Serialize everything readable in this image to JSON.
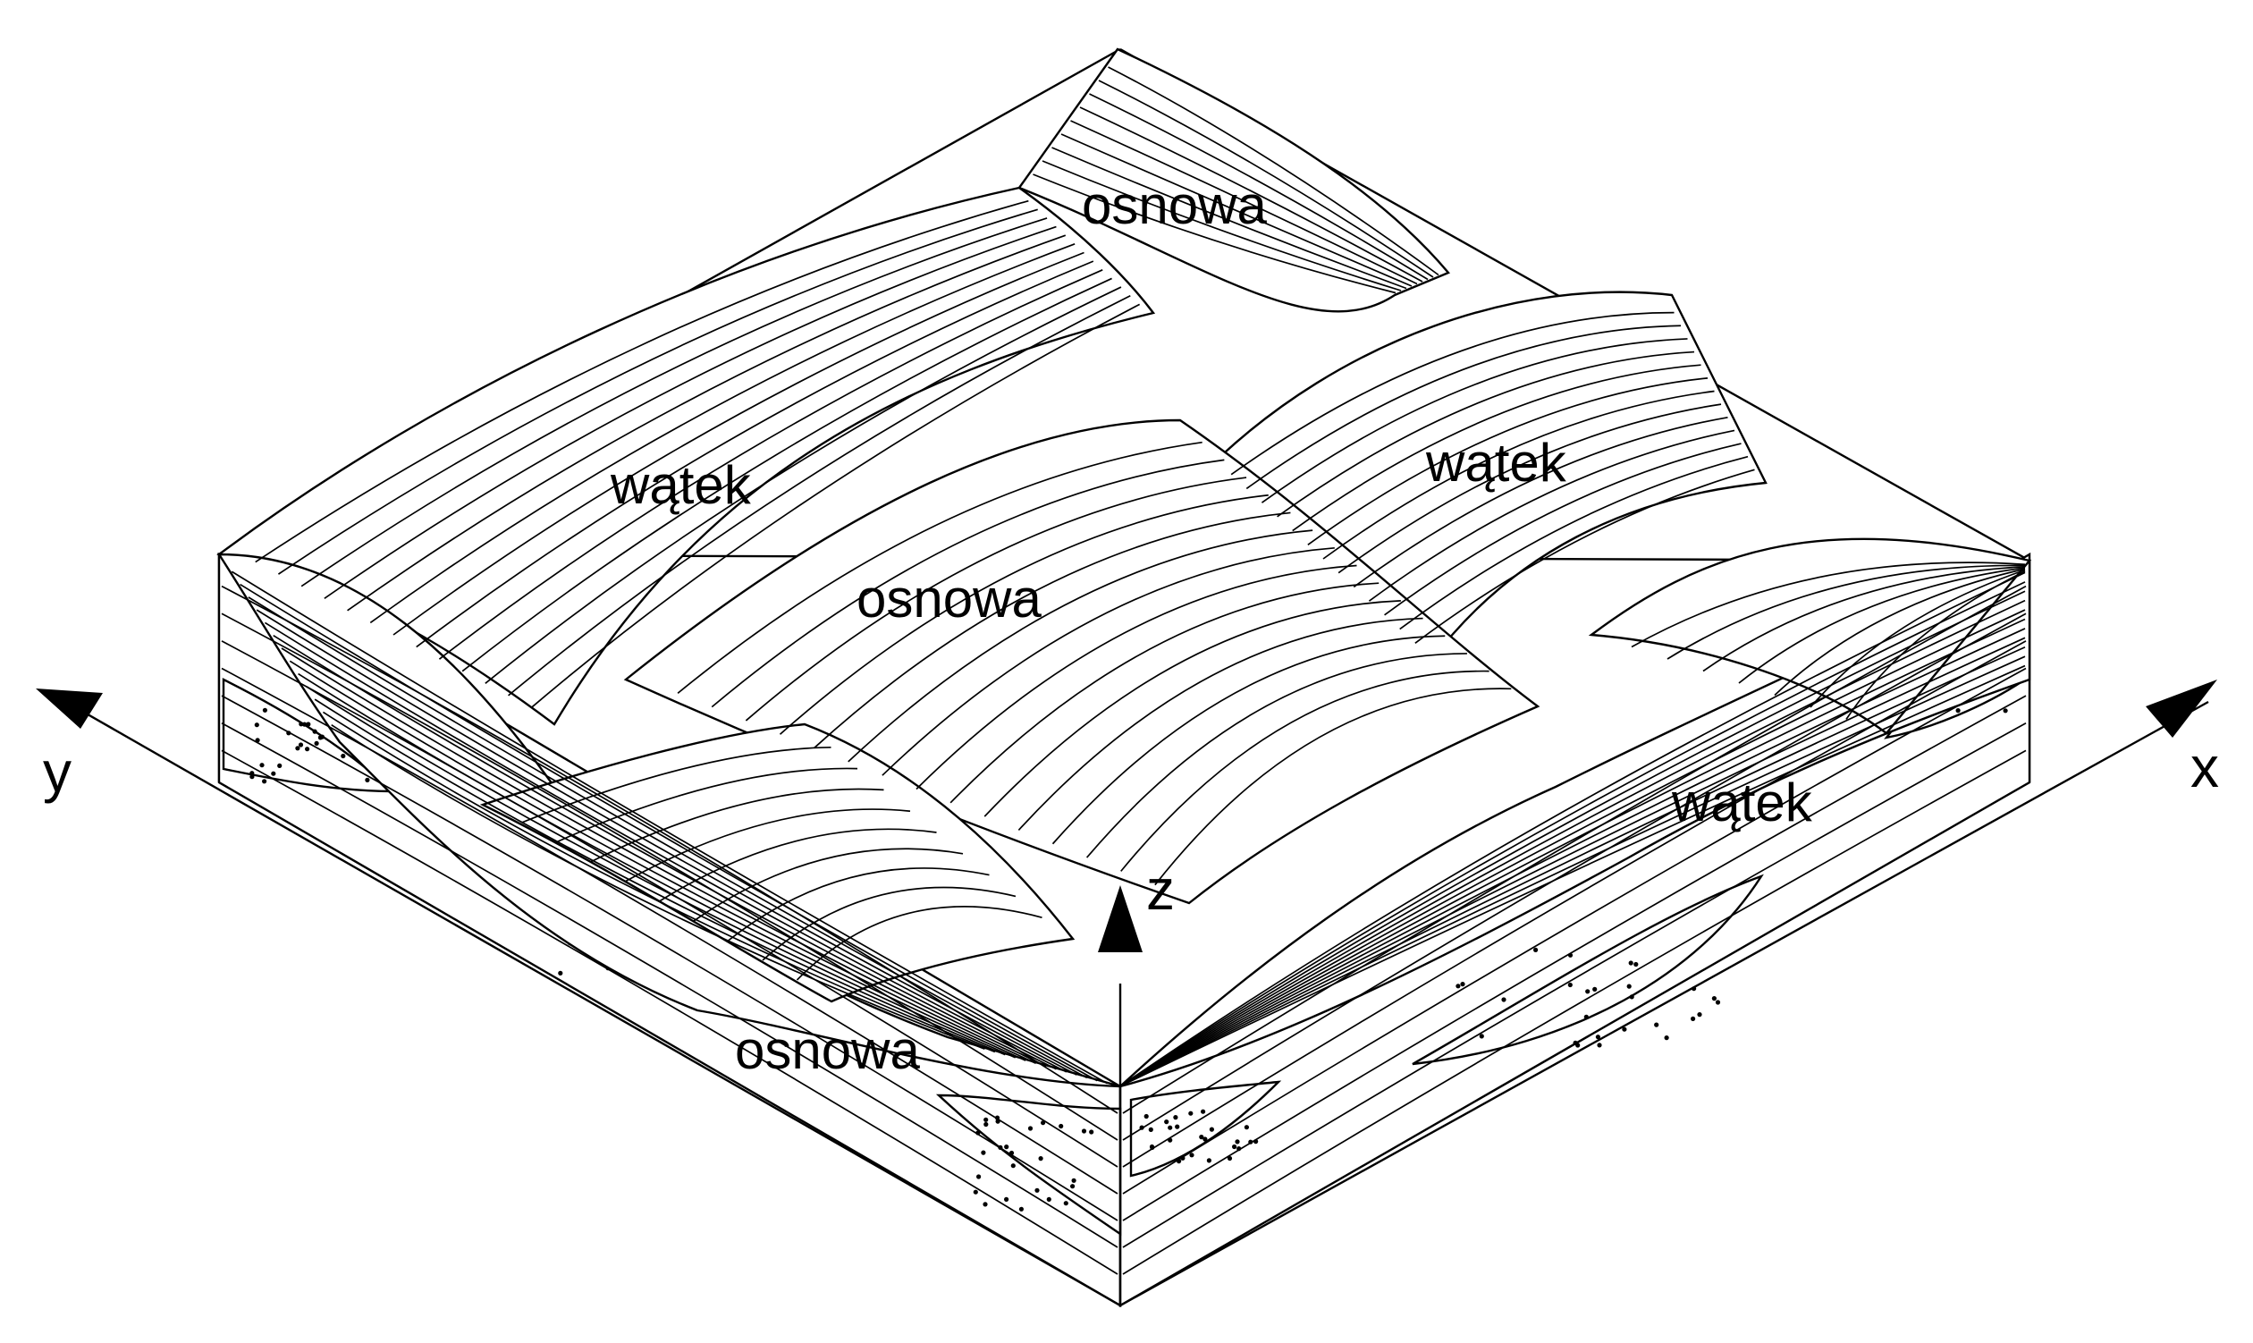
{
  "labels": {
    "weft_top_left": "wątek",
    "weft_top_right": "wątek",
    "weft_right": "wątek",
    "warp_top": "osnowa",
    "warp_center": "osnowa",
    "warp_front": "osnowa"
  },
  "axes": {
    "x": "x",
    "y": "y",
    "z": "z"
  },
  "colors": {
    "line": "#000000",
    "background": "#ffffff"
  }
}
